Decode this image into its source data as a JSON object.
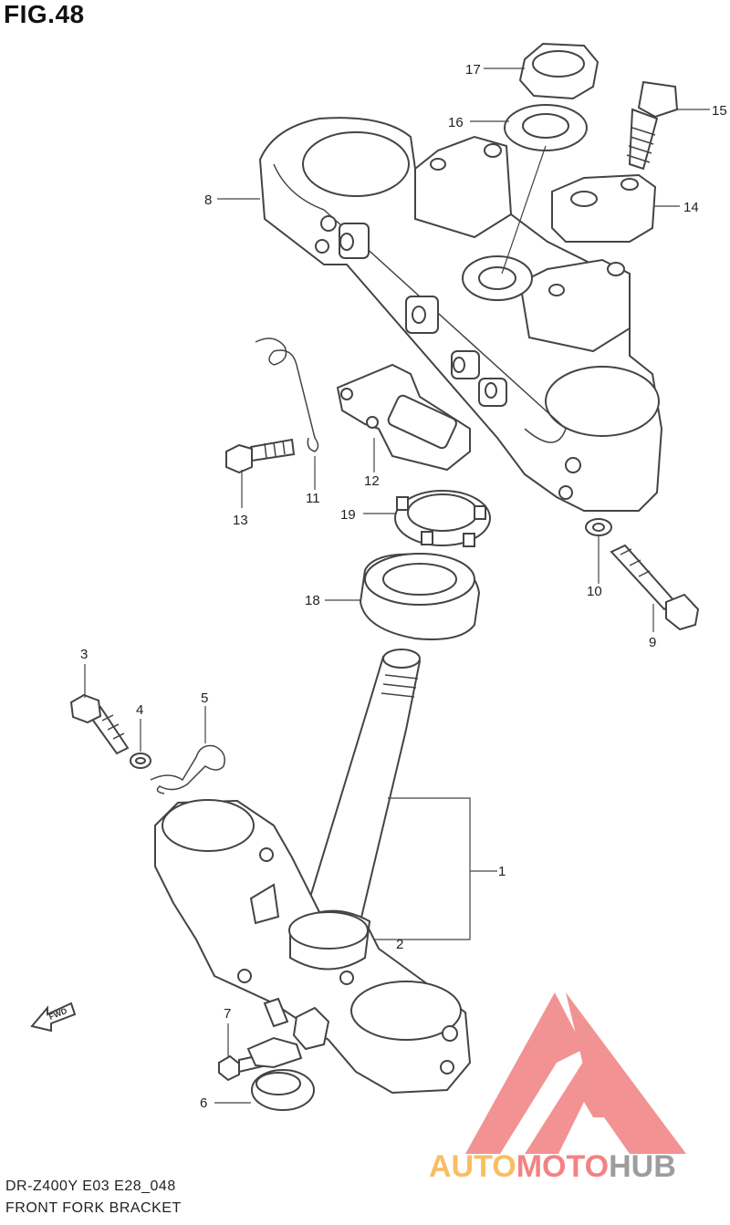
{
  "figure": {
    "title": "FIG.48",
    "model_code": "DR-Z400Y E03 E28_048",
    "caption": "FRONT FORK BRACKET",
    "fwd_label": "FWD"
  },
  "callouts": [
    "1",
    "2",
    "3",
    "4",
    "5",
    "6",
    "7",
    "8",
    "9",
    "10",
    "11",
    "12",
    "13",
    "14",
    "15",
    "16",
    "17",
    "18",
    "19"
  ],
  "watermark": {
    "brand_auto": "AUTO",
    "brand_moto": "MOTO",
    "brand_hub": "HUB",
    "colors": {
      "auto": "#f6b34a",
      "moto": "#f26d6d",
      "hub": "#8c8c8c",
      "logo": "#f08080"
    }
  }
}
